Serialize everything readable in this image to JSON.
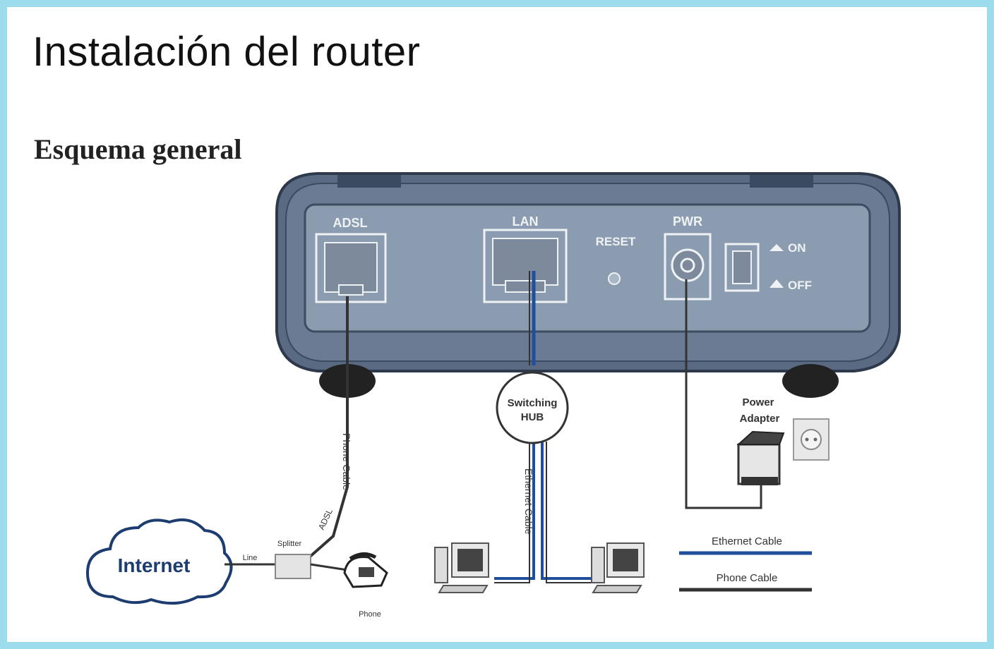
{
  "title": "Instalación del router",
  "subtitle": "Esquema general",
  "router": {
    "ports": {
      "adsl": "ADSL",
      "lan": "LAN",
      "reset": "RESET",
      "pwr": "PWR",
      "on": "ON",
      "off": "OFF"
    }
  },
  "hub": {
    "line1": "Switching",
    "line2": "HUB"
  },
  "cables": {
    "phone_cable": "Phone Cable",
    "ethernet_cable": "Ethernet Cable",
    "line": "Line",
    "splitter": "Splitter",
    "adsl": "ADSL",
    "phone": "Phone"
  },
  "internet": "Internet",
  "power_adapter": {
    "line1": "Power",
    "line2": "Adapter"
  },
  "legend": {
    "ethernet": "Ethernet Cable",
    "phone": "Phone Cable",
    "ethernet_color": "#1f4f9c",
    "phone_color": "#333333"
  },
  "colors": {
    "frame": "#9ddcec",
    "router_body": "#55657e",
    "router_panel": "#8a9aae",
    "ethernet": "#1f4f9c"
  }
}
